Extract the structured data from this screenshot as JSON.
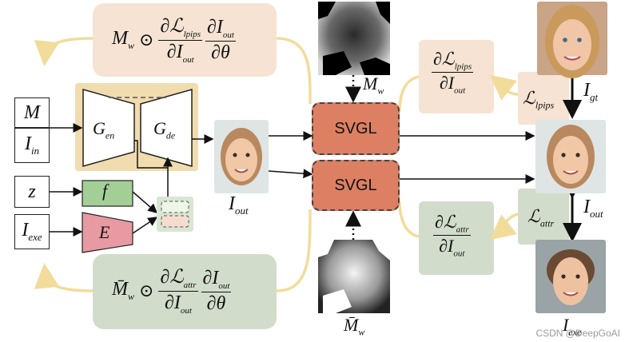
{
  "colors": {
    "peach_panel": "#f6e3d3",
    "sage_panel": "#d2dccb",
    "svgl_fill": "#dc7f63",
    "arrow_yellow": "#f2dc9a",
    "encoder_bg": "#f0dcae",
    "f_box": "#a3cf96",
    "e_box": "#e79aa1",
    "small_stack": "#d6e7d3"
  },
  "inputs": {
    "m": "M",
    "i_in": "I",
    "i_in_sub": "in",
    "z": "z",
    "i_exe": "I",
    "i_exe_sub": "exe"
  },
  "encoder": {
    "g_en": "G",
    "g_en_sub": "en",
    "g_de": "G",
    "g_de_sub": "de"
  },
  "modules": {
    "f": "f",
    "e": "E"
  },
  "svgl": {
    "top_label": "SVGL",
    "bottom_label": "SVGL"
  },
  "labels": {
    "i_out": "I",
    "i_out_sub": "out",
    "m_w": "M",
    "m_w_sub": "w",
    "m_w_bar": "M̄",
    "m_w_bar_sub": "w",
    "i_gt": "I",
    "i_gt_sub": "gt",
    "i_out_right": "I",
    "i_out_right_sub": "out",
    "i_exe_bottom": "I",
    "i_exe_bottom_sub": "exe",
    "l_lpips": "ℒ",
    "l_lpips_sub": "lpips",
    "l_attr": "ℒ",
    "l_attr_sub": "attr"
  },
  "formulas": {
    "top_left_prefix": "M",
    "top_left_prefix_sub": "w",
    "top_left_odot": "⊙",
    "top_left_num1": "∂ℒ",
    "top_left_num1_sub": "lpips",
    "top_left_den1": "∂I",
    "top_left_den1_sub": "out",
    "top_left_num2": "∂I",
    "top_left_num2_sub": "out",
    "top_left_den2": "∂θ",
    "bottom_left_prefix": "M̄",
    "bottom_left_prefix_sub": "w",
    "bottom_left_odot": "⊙",
    "bottom_left_num1": "∂ℒ",
    "bottom_left_num1_sub": "attr",
    "bottom_left_den1": "∂I",
    "bottom_left_den1_sub": "out",
    "bottom_left_num2": "∂I",
    "bottom_left_num2_sub": "out",
    "bottom_left_den2": "∂θ",
    "right_top_num": "∂ℒ",
    "right_top_num_sub": "lpips",
    "right_top_den": "∂I",
    "right_top_den_sub": "out",
    "right_bottom_num": "∂ℒ",
    "right_bottom_num_sub": "attr",
    "right_bottom_den": "∂I",
    "right_bottom_den_sub": "out"
  },
  "watermark": "CSDN @DeepGoAI"
}
